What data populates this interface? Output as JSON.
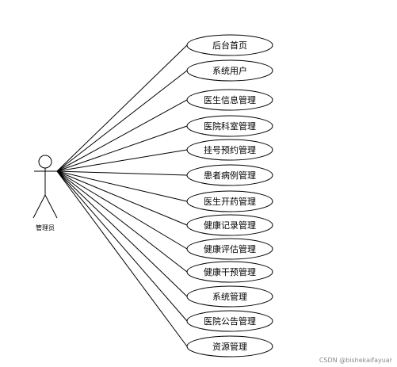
{
  "actor": {
    "label": "管理员"
  },
  "use_cases": [
    "后台首页",
    "系统用户",
    "医生信息管理",
    "医院科室管理",
    "挂号预约管理",
    "患者病例管理",
    "医生开药管理",
    "健康记录管理",
    "健康评估管理",
    "健康干预管理",
    "系统管理",
    "医院公告管理",
    "资源管理"
  ],
  "watermark": "CSDN @bishekaifayuar"
}
